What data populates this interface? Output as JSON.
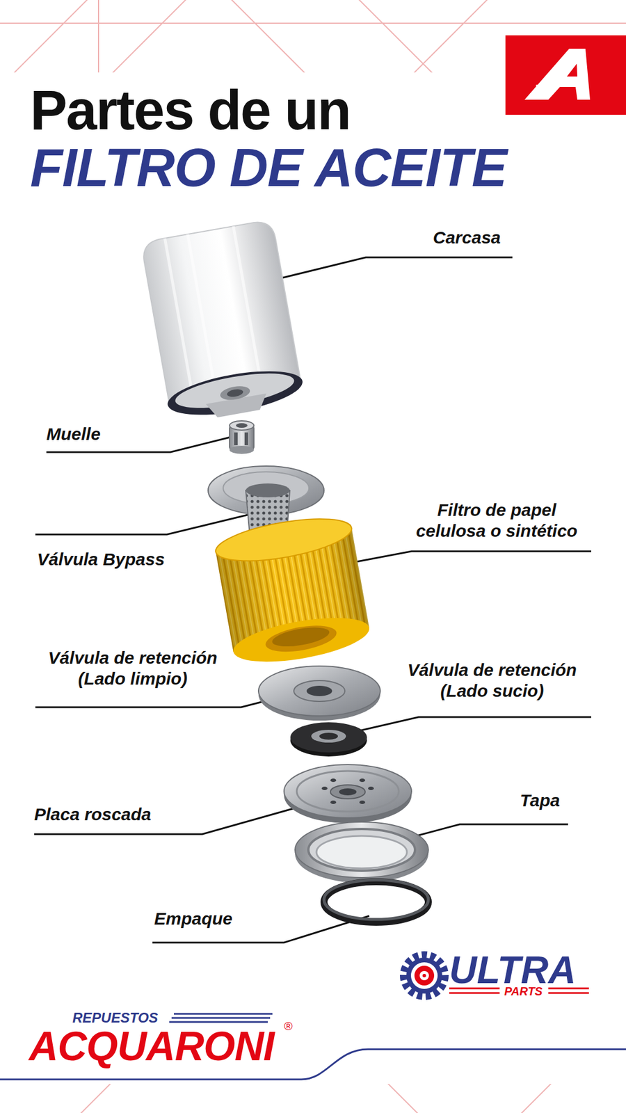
{
  "diagram": {
    "title": "Partes de un FILTRO DE ACEITE",
    "labels": [
      "Carcasa",
      "Muelle",
      "Válvula Bypass",
      "Filtro de papel celulosa o sintético",
      "Válvula de retención (Lado limpio)",
      "Válvula de retención (Lado sucio)",
      "Placa roscada",
      "Tapa",
      "Empaque",
      "ULTRA",
      "PARTS",
      "REPUESTOS",
      "ACQUARONI",
      "®"
    ]
  }
}
